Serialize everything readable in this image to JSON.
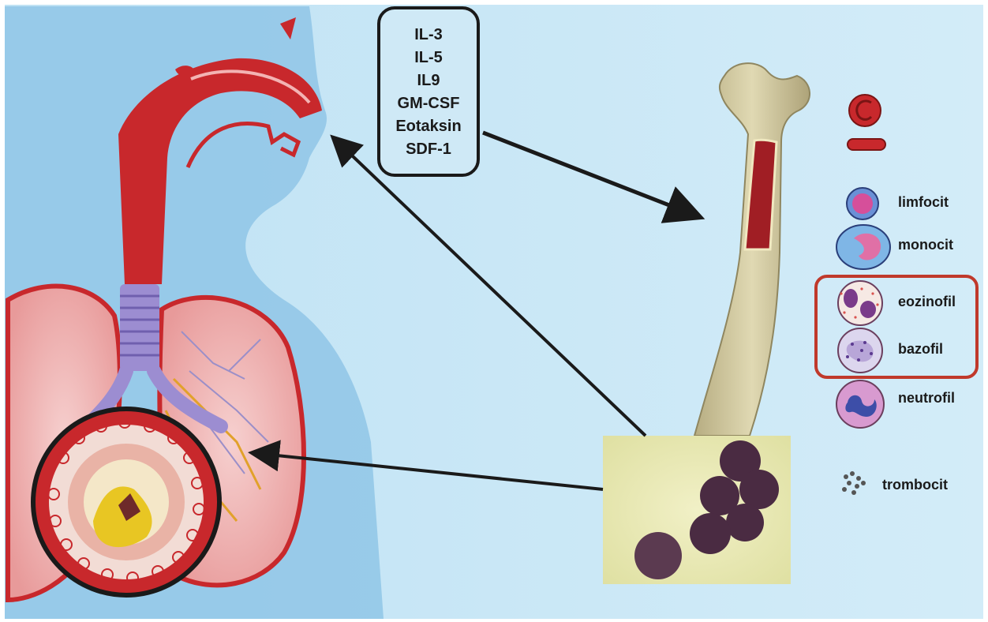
{
  "cytokines": [
    "IL-3",
    "IL-5",
    "IL9",
    "GM-CSF",
    "Eotaksin",
    "SDF-1"
  ],
  "cells": {
    "limfocit": "limfocit",
    "monocit": "monocit",
    "eozinofil": "eozinofil",
    "bazofil": "bazofil",
    "neutrofil": "neutrofil",
    "trombocit": "trombocit"
  },
  "colors": {
    "background": "#c9e7f6",
    "body_silhouette": "#8fc6e6",
    "tissue_red": "#c8282c",
    "lung_pink": "#f1b9b9",
    "bone": "#d8d0a6",
    "marrow": "#a01e24",
    "highlight_box": "#c0392b",
    "arrow": "#1a1a1a"
  }
}
